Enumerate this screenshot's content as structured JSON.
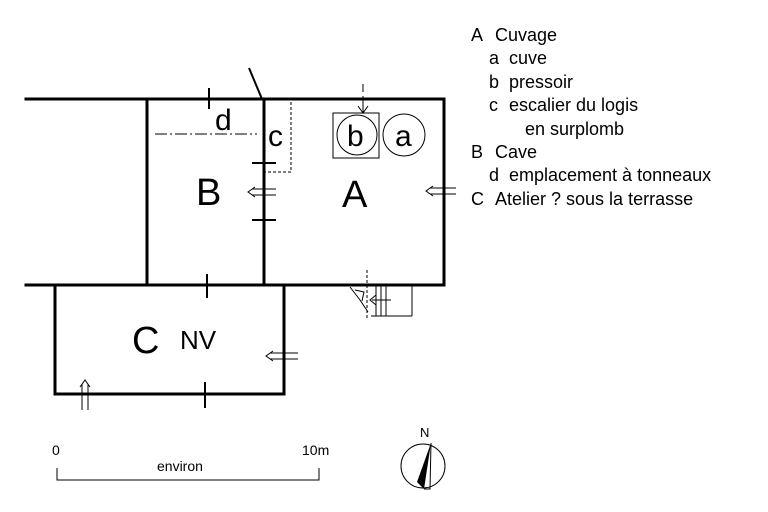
{
  "rooms": {
    "A": "A",
    "B": "B",
    "C": "C",
    "nv": "NV"
  },
  "features": {
    "a": "a",
    "b": "b",
    "c": "c",
    "d": "d"
  },
  "scale": {
    "start": "0",
    "end": "10m",
    "caption": "environ"
  },
  "north": "N",
  "legend": [
    {
      "key": "A",
      "text": "Cuvage"
    },
    {
      "key": "a",
      "text": "cuve"
    },
    {
      "key": "b",
      "text": "pressoir"
    },
    {
      "key": "c",
      "text": "escalier du logis"
    },
    {
      "key": "",
      "text": "en surplomb"
    },
    {
      "key": "B",
      "text": "Cave"
    },
    {
      "key": "d",
      "text": "emplacement à tonneaux"
    },
    {
      "key": "C",
      "text": "Atelier ? sous la terrasse"
    }
  ]
}
